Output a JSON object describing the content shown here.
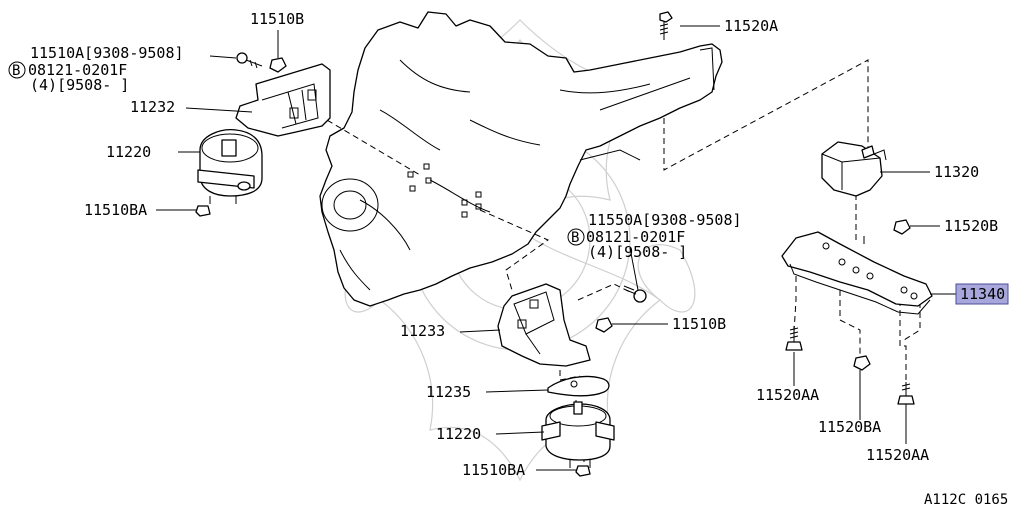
{
  "callouts": {
    "c11510b_top": "11510B",
    "c11510a_line": "11510A[9308-9508]",
    "c08121_left": "08121-0201F",
    "c4_left": "(4)[9508-    ]",
    "c11232": "11232",
    "c11220_left": "11220",
    "c11510ba_left": "11510BA",
    "c11520a": "11520A",
    "c11320": "11320",
    "c11520b": "11520B",
    "c11340": "11340",
    "c11550a_line": "11550A[9308-9508]",
    "c08121_mid": "08121-0201F",
    "c4_mid": "(4)[9508-    ]",
    "c11233": "11233",
    "c11510b_mid": "11510B",
    "c11235": "11235",
    "c11220_bottom": "11220",
    "c11510ba_bottom": "11510BA",
    "c11520aa_left": "11520AA",
    "c11520ba_right": "11520BA",
    "c11520aa_right": "11520AA"
  },
  "circle_symbol": "B",
  "highlight_color": "#a7a7dc",
  "diagram_code": "A112C 0165"
}
